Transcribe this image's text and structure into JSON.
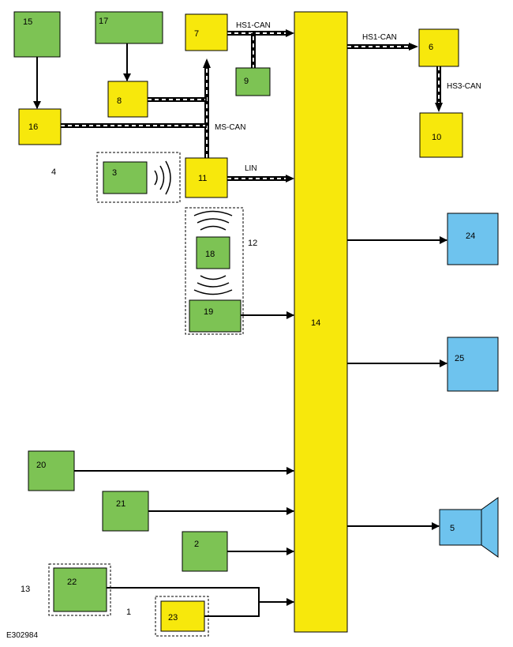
{
  "colors": {
    "yellow": "#f7e80c",
    "green": "#7dc354",
    "blue": "#6ec3ee",
    "stroke": "#000000",
    "dash_light": "#ffffff"
  },
  "boxes": {
    "b2": "2",
    "b3": "3",
    "b5": "5",
    "b6": "6",
    "b7": "7",
    "b8": "8",
    "b9": "9",
    "b10": "10",
    "b11": "11",
    "b14": "14",
    "b15": "15",
    "b16": "16",
    "b17": "17",
    "b18": "18",
    "b19": "19",
    "b20": "20",
    "b21": "21",
    "b22": "22",
    "b23": "23",
    "b24": "24",
    "b25": "25"
  },
  "free_labels": {
    "l1": "1",
    "l4": "4",
    "l12": "12",
    "l13": "13"
  },
  "bus_labels": {
    "hs1_can_top": "HS1-CAN",
    "hs1_can_right": "HS1-CAN",
    "hs3_can": "HS3-CAN",
    "ms_can": "MS-CAN",
    "lin": "LIN"
  },
  "figure_ref": "E302984"
}
